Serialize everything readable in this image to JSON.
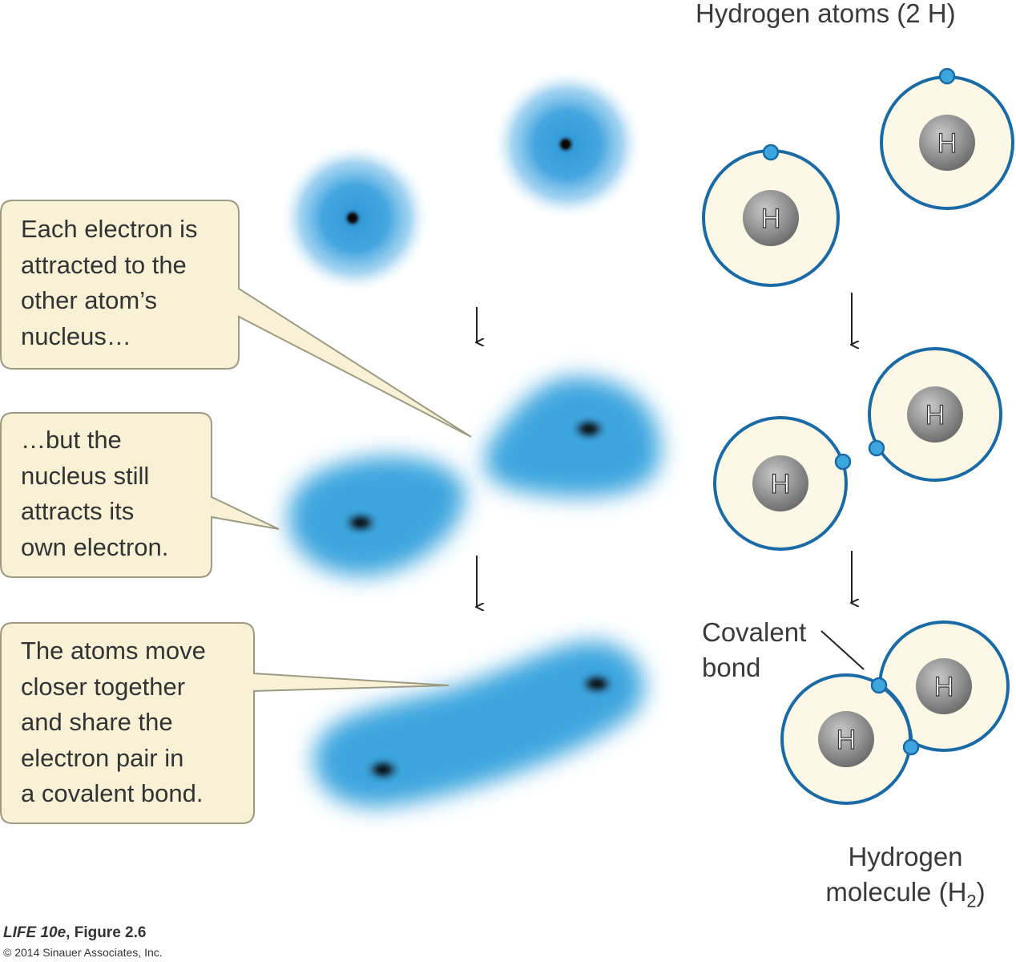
{
  "callouts": {
    "attraction": "Each electron is\nattracted to the\nother atom’s\nnucleus…",
    "own_electron": "…but the\nnucleus still\nattracts its\nown electron.",
    "sharing": "The atoms move\ncloser together\nand share the\nelectron pair in\na covalent bond."
  },
  "labels": {
    "atoms_title": "Hydrogen atoms (2 H)",
    "covalent_bond": "Covalent\nbond",
    "molecule_title_line1": "Hydrogen",
    "molecule_title_line2": "molecule (H",
    "molecule_title_subscript": "2",
    "molecule_title_close": ")",
    "nucleus_symbol": "H"
  },
  "credit": {
    "book": "LIFE 10e",
    "figure": ", Figure 2.6",
    "copyright": "© 2014 Sinauer Associates, Inc."
  },
  "colors": {
    "callout_fill": "#f8f1d6",
    "callout_border": "#9c9a83",
    "electron_cloud": "#3ea6df",
    "orbit": "#1a6aa6",
    "atom_fill": "#fdf8e6",
    "nucleus": "#8c8c8c"
  }
}
